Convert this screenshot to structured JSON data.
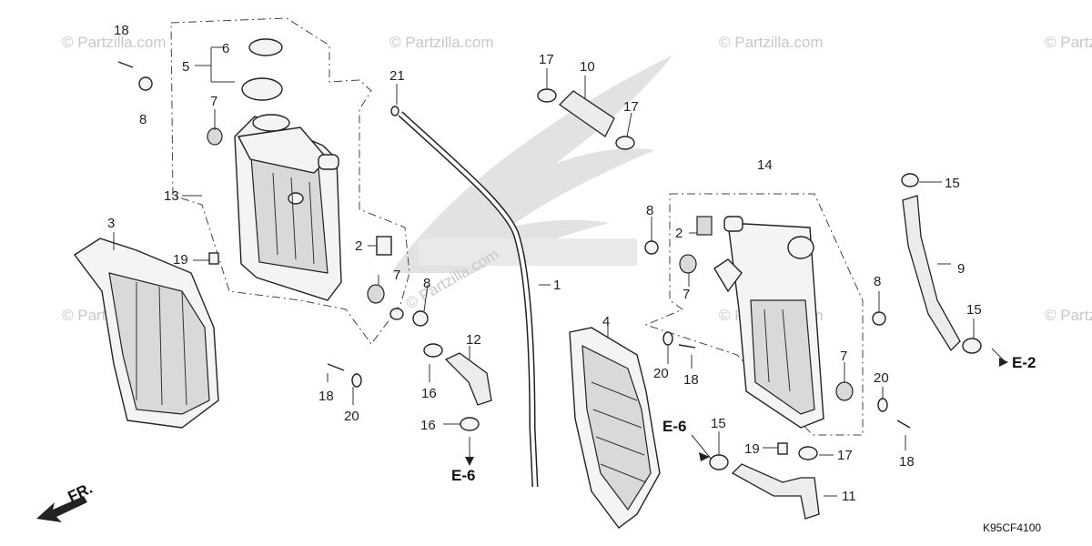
{
  "watermark": "© Partzilla.com",
  "diagram_code": "K95CF4100",
  "front_label": "FR.",
  "refs": {
    "e6_left": "E-6",
    "e6_right": "E-6",
    "e2": "E-2"
  },
  "callouts": {
    "c18_tl": "18",
    "c6": "6",
    "c5": "5",
    "c7_a": "7",
    "c8_a": "8",
    "c21": "21",
    "c17_a": "17",
    "c10": "10",
    "c17_b": "17",
    "c14": "14",
    "c15_a": "15",
    "c13": "13",
    "c3": "3",
    "c19_a": "19",
    "c2_a": "2",
    "c7_b": "7",
    "c8_b": "8",
    "c1": "1",
    "c8_c": "8",
    "c2_b": "2",
    "c7_c": "7",
    "c9": "9",
    "c8_d": "8",
    "c4": "4",
    "c12": "12",
    "c16_a": "16",
    "c16_b": "16",
    "c18_b": "18",
    "c20_a": "20",
    "c20_b": "20",
    "c18_c": "18",
    "c7_d": "7",
    "c20_c": "20",
    "c15_b": "15",
    "c15_c": "15",
    "c19_b": "19",
    "c17_c": "17",
    "c11": "11",
    "c18_d": "18"
  },
  "colors": {
    "line": "#222222",
    "watermark": "#c8c8c8",
    "logo": "#e2e2e2"
  }
}
